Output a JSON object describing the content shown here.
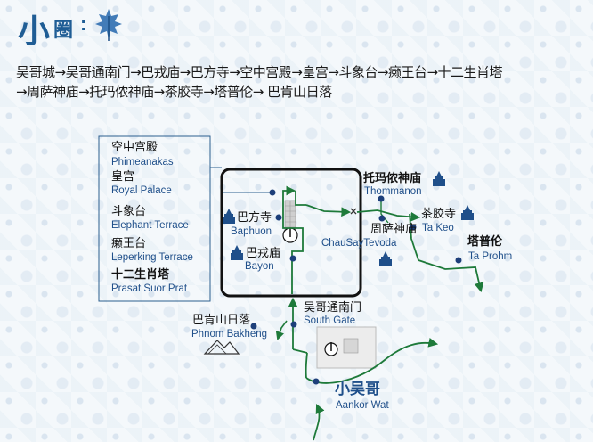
{
  "header": {
    "title_main": "小",
    "title_circle": "圈",
    "title_colon": ":",
    "leaf_icon": "blue-leaf-icon"
  },
  "route": {
    "line1": "吴哥城→吴哥通南门→巴戎庙→巴方寺→空中宫殿→皇宫→斗象台→癞王台→十二生肖塔",
    "line2": "→周萨神庙→托玛侬神庙→茶胶寺→塔普伦→ 巴肯山日落"
  },
  "legend": [
    {
      "zh": "空中宫殿",
      "en": "Phimeanakas"
    },
    {
      "zh": "皇宫",
      "en": "Royal Palace"
    },
    {
      "zh": "斗象台",
      "en": "Elephant Terrace"
    },
    {
      "zh": "癞王台",
      "en": "Leperking Terrace"
    },
    {
      "zh": "十二生肖塔",
      "en": "Prasat Suor Prat"
    }
  ],
  "places": {
    "baphuon": {
      "zh": "巴方寺",
      "en": "Baphuon"
    },
    "bayon": {
      "zh": "巴戎庙",
      "en": "Bayon"
    },
    "thommanon": {
      "zh": "托玛侬神庙",
      "en": "Thommanon"
    },
    "chausay": {
      "zh": "周萨神庙",
      "en": "ChauSayTevoda"
    },
    "takeo": {
      "zh": "茶胶寺",
      "en": "Ta Keo"
    },
    "taprohm": {
      "zh": "塔普伦",
      "en": "Ta Prohm"
    },
    "southgate": {
      "zh": "吴哥通南门",
      "en": "South Gate"
    },
    "bakheng": {
      "zh": "巴肯山日落",
      "en": "Phnom Bakheng"
    },
    "angkorwat": {
      "zh": "小吴哥",
      "en": "Aankor Wat"
    }
  },
  "colors": {
    "route_green": "#1e7a3a",
    "accent_blue": "#1f4f8a",
    "title_blue": "#1f5d95",
    "marker_navy": "#1d3f7a"
  },
  "icons": [
    "temple-icon",
    "location-dot-icon",
    "mountain-icon",
    "moat-icon"
  ]
}
